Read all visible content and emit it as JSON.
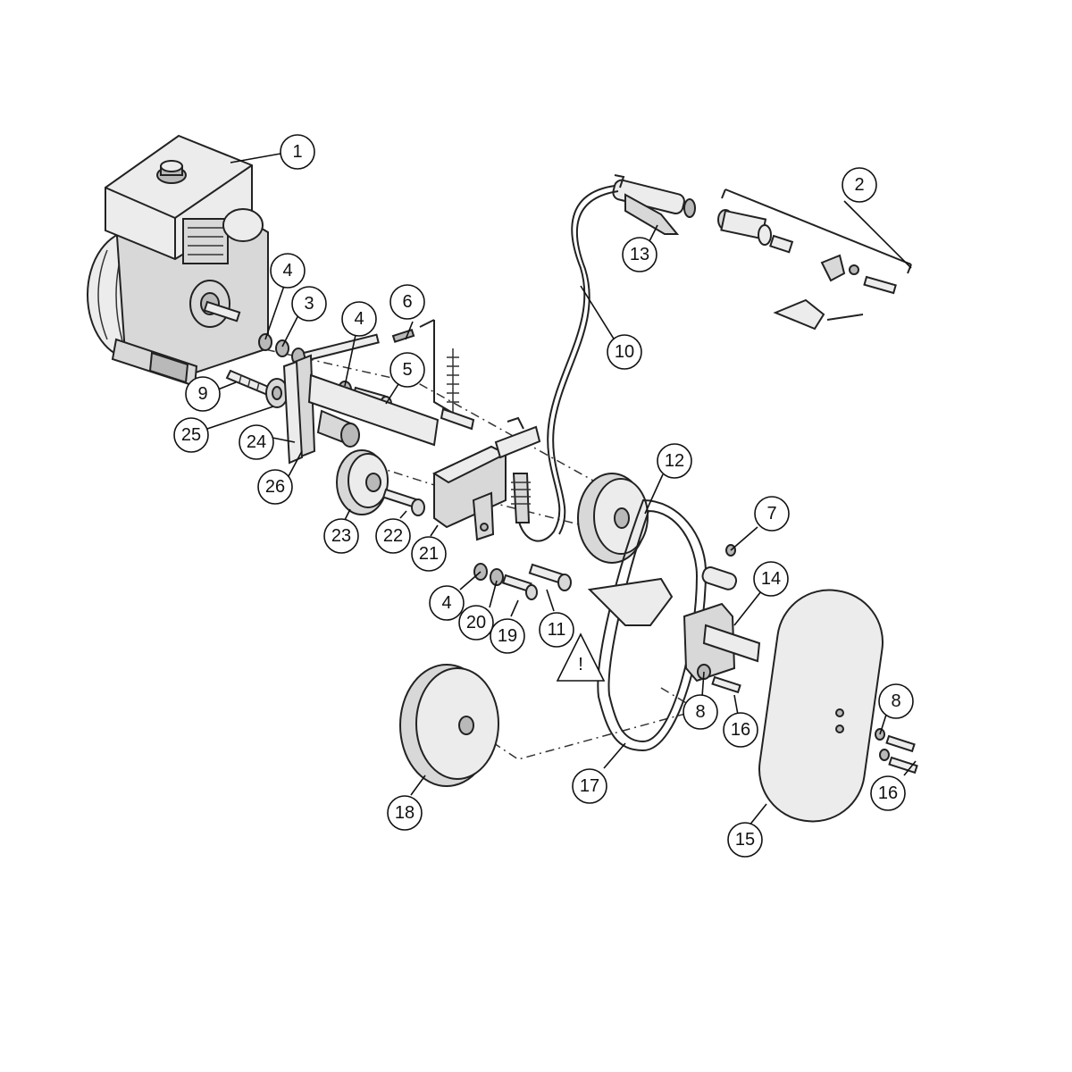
{
  "callouts": [
    {
      "id": "c1",
      "label": "1"
    },
    {
      "id": "c2",
      "label": "2"
    },
    {
      "id": "c3",
      "label": "3"
    },
    {
      "id": "c4a",
      "label": "4"
    },
    {
      "id": "c4b",
      "label": "4"
    },
    {
      "id": "c4c",
      "label": "4"
    },
    {
      "id": "c5",
      "label": "5"
    },
    {
      "id": "c6",
      "label": "6"
    },
    {
      "id": "c7",
      "label": "7"
    },
    {
      "id": "c8a",
      "label": "8"
    },
    {
      "id": "c8b",
      "label": "8"
    },
    {
      "id": "c9",
      "label": "9"
    },
    {
      "id": "c10",
      "label": "10"
    },
    {
      "id": "c11",
      "label": "11"
    },
    {
      "id": "c12",
      "label": "12"
    },
    {
      "id": "c13",
      "label": "13"
    },
    {
      "id": "c14",
      "label": "14"
    },
    {
      "id": "c15",
      "label": "15"
    },
    {
      "id": "c16a",
      "label": "16"
    },
    {
      "id": "c16b",
      "label": "16"
    },
    {
      "id": "c17",
      "label": "17"
    },
    {
      "id": "c18",
      "label": "18"
    },
    {
      "id": "c19",
      "label": "19"
    },
    {
      "id": "c20",
      "label": "20"
    },
    {
      "id": "c21",
      "label": "21"
    },
    {
      "id": "c22",
      "label": "22"
    },
    {
      "id": "c23",
      "label": "23"
    },
    {
      "id": "c24",
      "label": "24"
    },
    {
      "id": "c25",
      "label": "25"
    },
    {
      "id": "c26",
      "label": "26"
    }
  ],
  "warning_symbol": {
    "icon": "warning-triangle-icon",
    "label": "!"
  }
}
